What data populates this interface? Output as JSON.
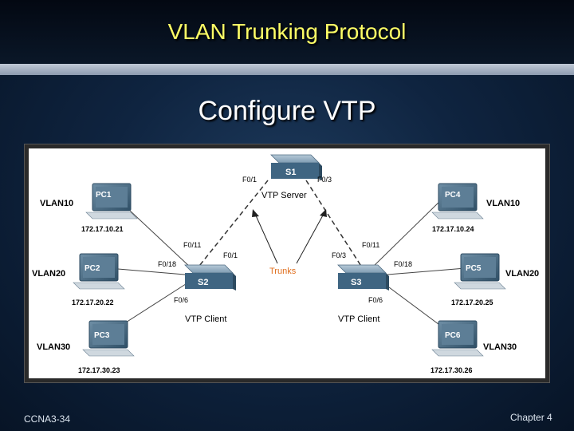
{
  "slide": {
    "title": "VLAN Trunking Protocol",
    "subtitle": "Configure VTP",
    "footer_left": "CCNA3-34",
    "footer_right": "Chapter 4"
  },
  "switches": {
    "s1": {
      "name": "S1",
      "role": "VTP Server",
      "port_left": "F0/1",
      "port_right": "F0/3"
    },
    "s2": {
      "name": "S2",
      "role": "VTP Client",
      "port_up": "F0/1",
      "port_pc1": "F0/11",
      "port_pc2": "F0/18",
      "port_pc3": "F0/6"
    },
    "s3": {
      "name": "S3",
      "role": "VTP Client",
      "port_up": "F0/3",
      "port_pc4": "F0/11",
      "port_pc5": "F0/18",
      "port_pc6": "F0/6"
    }
  },
  "trunks_label": "Trunks",
  "pcs": {
    "pc1": {
      "name": "PC1",
      "vlan": "VLAN10",
      "ip": "172.17.10.21"
    },
    "pc2": {
      "name": "PC2",
      "vlan": "VLAN20",
      "ip": "172.17.20.22"
    },
    "pc3": {
      "name": "PC3",
      "vlan": "VLAN30",
      "ip": "172.17.30.23"
    },
    "pc4": {
      "name": "PC4",
      "vlan": "VLAN10",
      "ip": "172.17.10.24"
    },
    "pc5": {
      "name": "PC5",
      "vlan": "VLAN20",
      "ip": "172.17.20.25"
    },
    "pc6": {
      "name": "PC6",
      "vlan": "VLAN30",
      "ip": "172.17.30.26"
    }
  },
  "colors": {
    "title": "#ffff66",
    "trunks": "#e07020",
    "link": "#444444",
    "switch_top": "#8aa4b8",
    "switch_side": "#3f6582",
    "pc_label": "#7a9ab0"
  }
}
